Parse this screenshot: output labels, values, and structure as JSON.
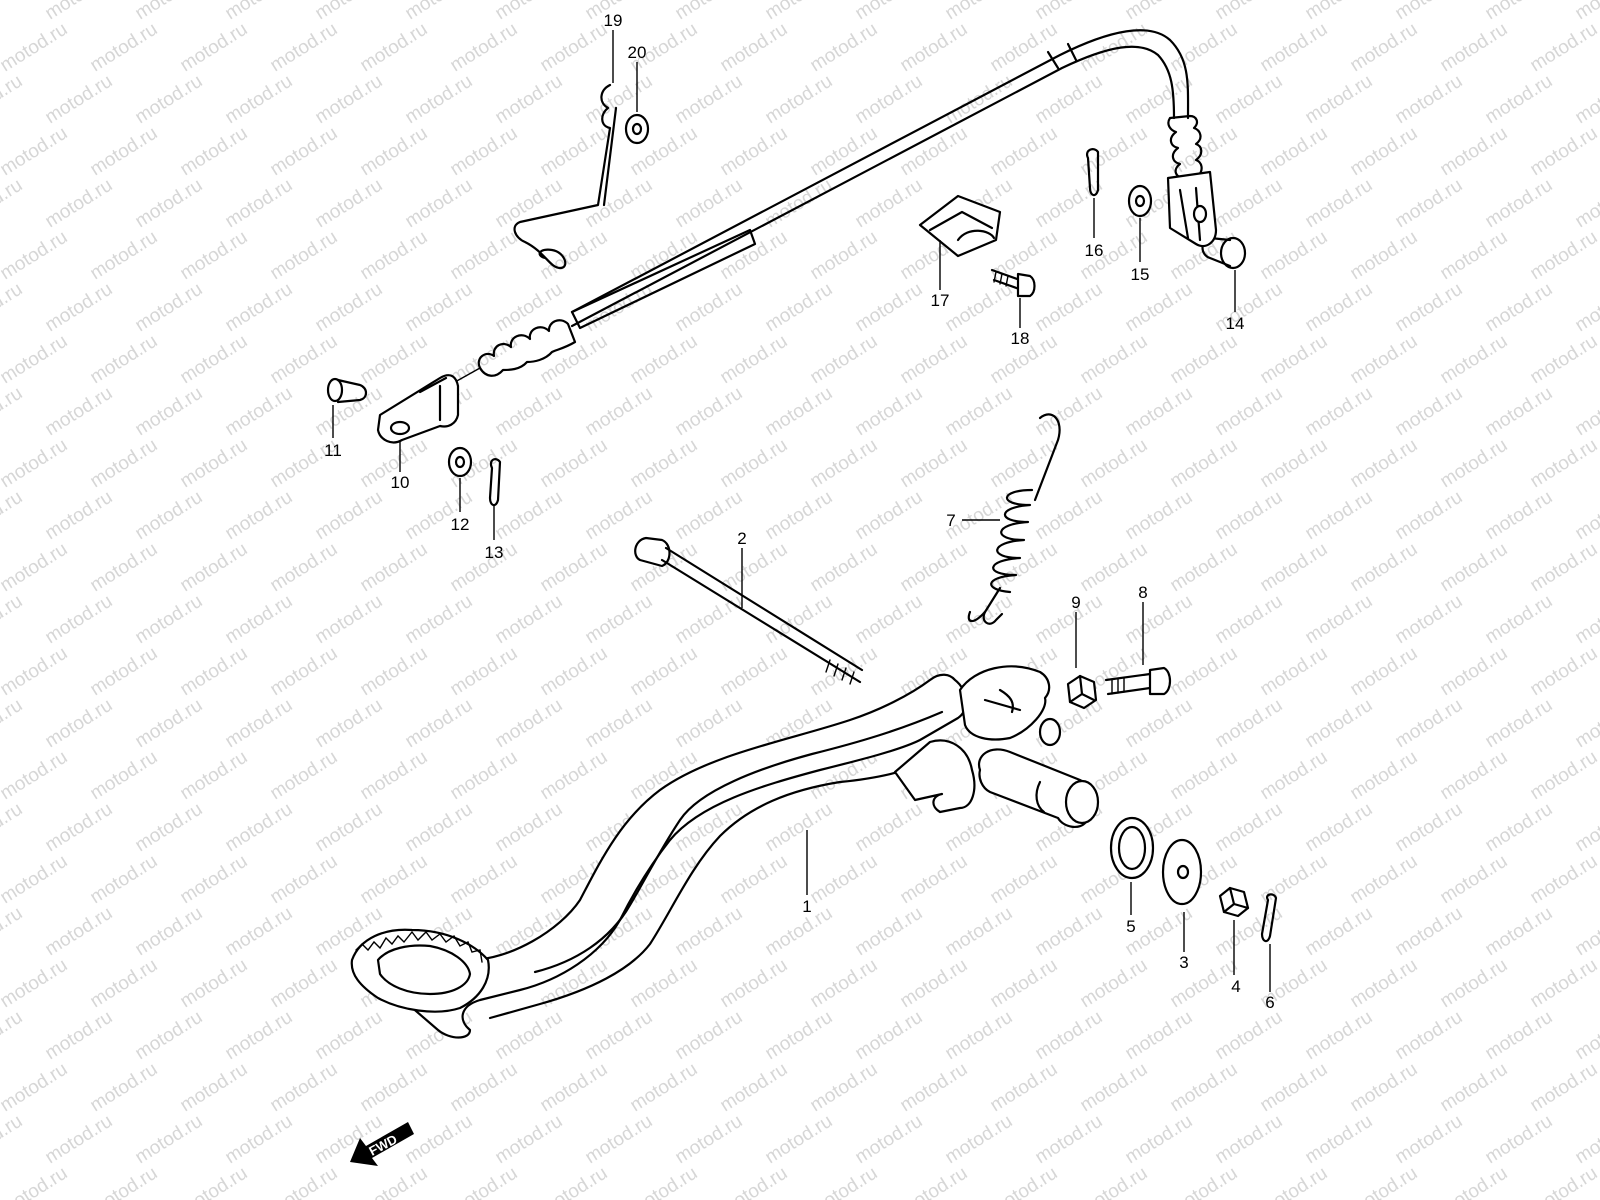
{
  "watermark": "motod.ru",
  "fwd_label": "FWD",
  "callouts": [
    "1",
    "2",
    "3",
    "4",
    "5",
    "6",
    "7",
    "8",
    "9",
    "10",
    "11",
    "12",
    "13",
    "14",
    "15",
    "16",
    "17",
    "18",
    "19",
    "20"
  ],
  "colors": {
    "line": "#000000",
    "watermark": "#c9c9c9",
    "background": "#ffffff"
  }
}
